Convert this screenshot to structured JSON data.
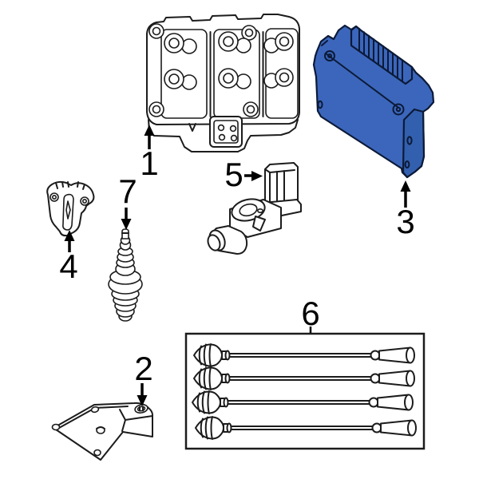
{
  "diagram": {
    "background": "#ffffff",
    "line_color": "#1c1c1c",
    "callouts": [
      {
        "label": "1"
      },
      {
        "label": "2"
      },
      {
        "label": "3"
      },
      {
        "label": "4"
      },
      {
        "label": "5"
      },
      {
        "label": "6"
      },
      {
        "label": "7"
      }
    ],
    "highlight": {
      "fill": "#3b66bb",
      "fill_dark": "#3360ae",
      "outline": "#0c1a38",
      "applies_to_label": "3"
    }
  }
}
